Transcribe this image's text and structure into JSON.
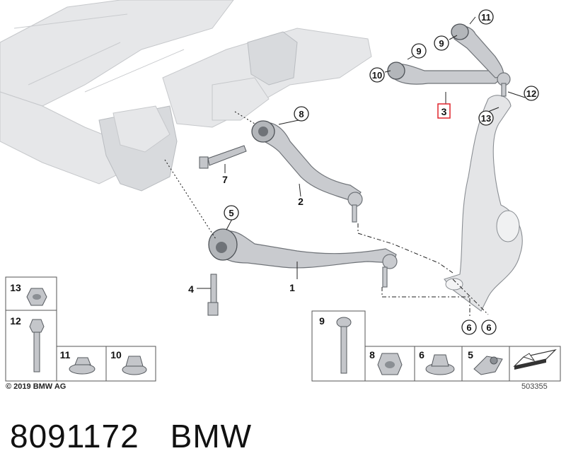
{
  "diagram": {
    "callouts": {
      "c1": "1",
      "c2": "2",
      "c3": "3",
      "c4": "4",
      "c5": "5",
      "c6a": "6",
      "c6b": "6",
      "c7": "7",
      "c8": "8",
      "c9a": "9",
      "c9b": "9",
      "c10": "10",
      "c11": "11",
      "c12": "12",
      "c13": "13"
    },
    "hardware_table": {
      "b13": "13",
      "b12": "12",
      "b11": "11",
      "b10": "10",
      "b9": "9",
      "b8": "8",
      "b6": "6",
      "b5": "5"
    },
    "copyright": "© 2019 BMW AG",
    "image_number": "503355",
    "highlight_color": "#e0242c"
  },
  "caption": {
    "part_number": "8091172",
    "brand": "BMW"
  }
}
